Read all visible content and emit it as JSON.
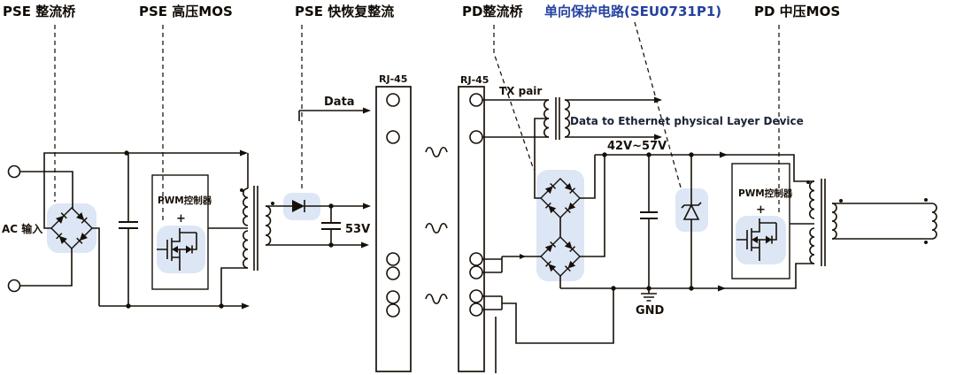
{
  "diagram": {
    "title_labels": {
      "pse_bridge": "PSE 整流桥",
      "pse_hv_mos": "PSE 高压MOS",
      "pse_fast_recovery": "PSE 快恢复整流",
      "pd_bridge": "PD整流桥",
      "protection_circuit": "单向保护电路(SEU0731P1)",
      "pd_mv_mos": "PD 中压MOS"
    },
    "annotations": {
      "ac_input": "AC 输入",
      "data": "Data",
      "rj45_left": "RJ-45",
      "rj45_right": "RJ-45",
      "tx_pair": "TX pair",
      "data_to_ethernet": "Data to Ethernet physical Layer Device",
      "voltage_range": "42V~57V",
      "output_53v": "53V",
      "gnd": "GND",
      "pwm_controller_left": "PWM控制器",
      "pwm_controller_right": "PWM控制器",
      "plus_left": "+",
      "plus_right": "+"
    },
    "colors": {
      "wire": "#171008",
      "label_dark": "#0f0903",
      "label_blue": "#2442a0",
      "eth_label": "#1a2236",
      "component_fill": "#dde6f5"
    }
  }
}
